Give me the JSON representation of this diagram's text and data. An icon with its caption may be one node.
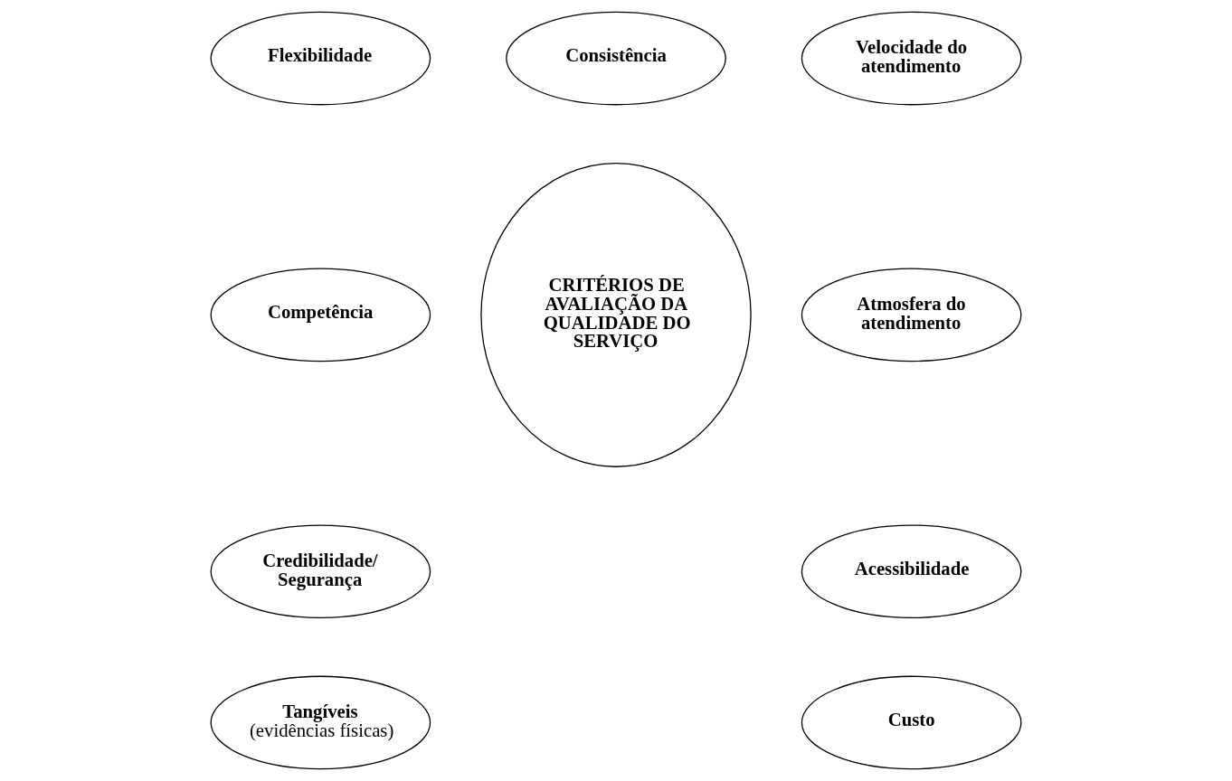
{
  "diagram": {
    "nodes": [
      {
        "text": [
          "Flexibilidade"
        ]
      },
      {
        "text": [
          "Consistência"
        ]
      },
      {
        "text": [
          "Velocidade do atendimento"
        ]
      },
      {
        "text": [
          "Competência"
        ]
      },
      {
        "text": [
          "CRITÉRIOS DE AVALIAÇÃO DA QUALIDADE DO SERVIÇO"
        ]
      },
      {
        "text": [
          "Atmosfera do atendimento"
        ]
      },
      {
        "text": [
          "Credibilidade/ Segurança"
        ]
      },
      {
        "text": [
          "Acessibilidade"
        ]
      },
      {
        "text": [
          "Tangíveis",
          "(evidências físicas)"
        ]
      },
      {
        "text": [
          "Custo"
        ]
      }
    ],
    "edges": []
  }
}
